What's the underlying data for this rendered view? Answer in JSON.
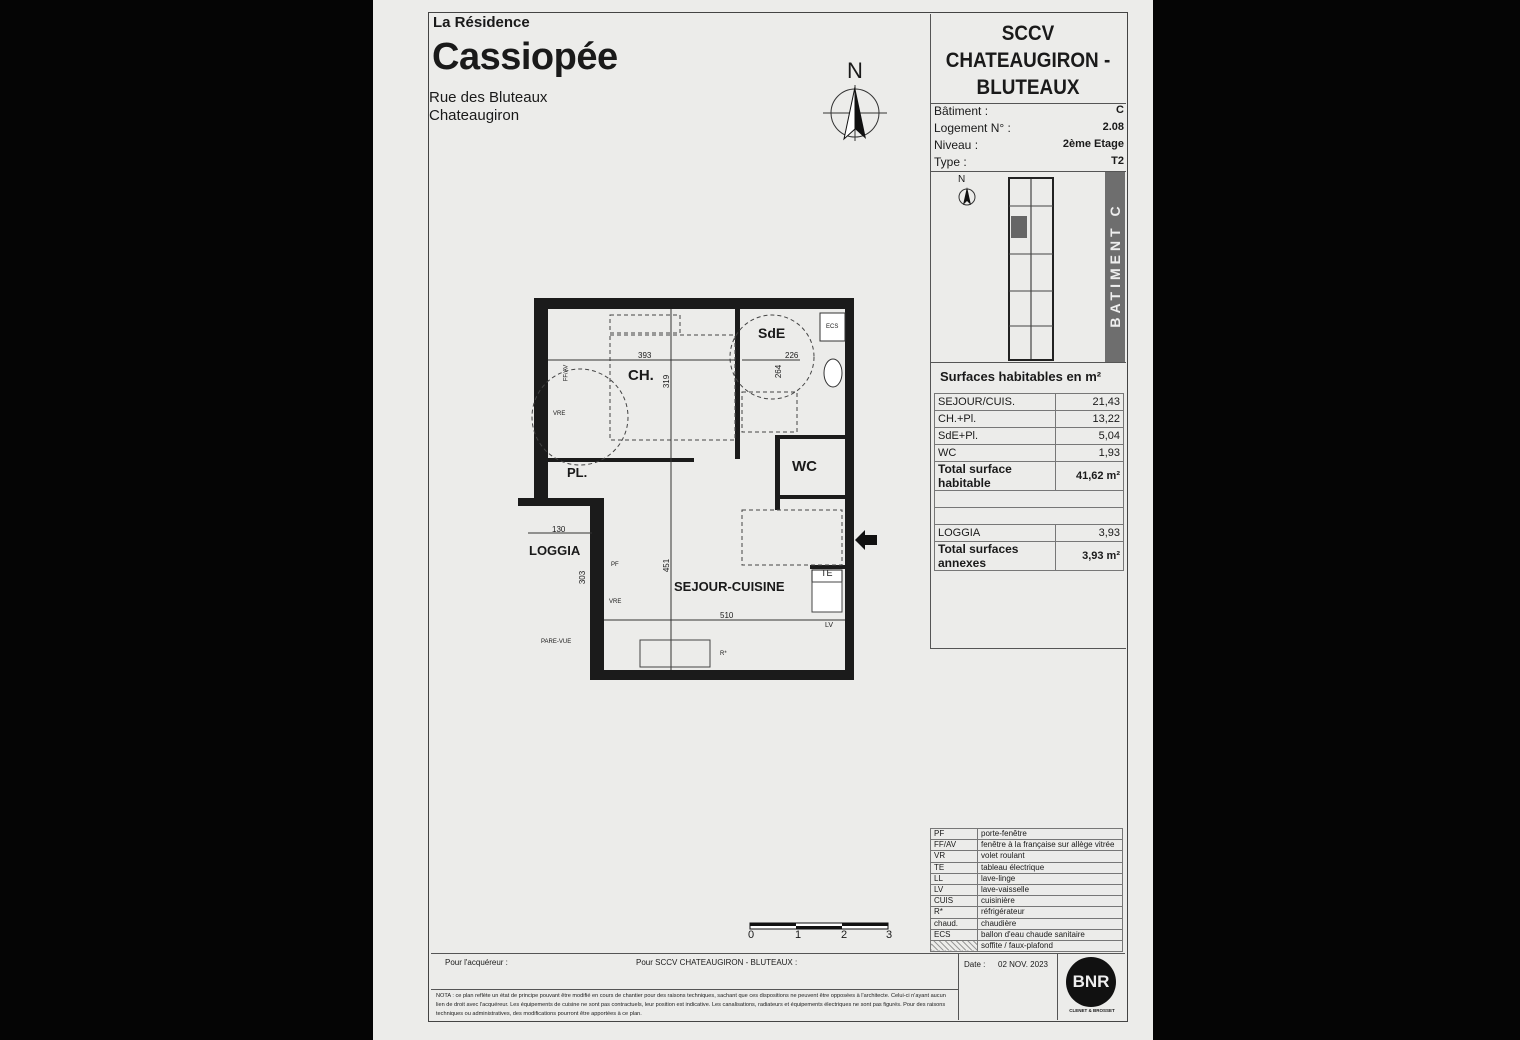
{
  "header": {
    "residence_label": "La Résidence",
    "residence_name": "Cassiopée",
    "address_line1": "Rue des Bluteaux",
    "address_line2": "Chateaugiron",
    "north_label": "N"
  },
  "project": {
    "title_lines": [
      "SCCV",
      "CHATEAUGIRON -",
      "BLUTEAUX"
    ],
    "info": [
      {
        "label": "Bâtiment :",
        "value": "C"
      },
      {
        "label": "Logement N° :",
        "value": "2.08"
      },
      {
        "label": "Niveau :",
        "value": "2ème Etage"
      },
      {
        "label": "Type :",
        "value": "T2"
      }
    ],
    "mini_plan_north": "N",
    "building_label": "BATIMENT C"
  },
  "surfaces": {
    "title": "Surfaces habitables en m²",
    "rows": [
      {
        "label": "SEJOUR/CUIS.",
        "value": "21,43"
      },
      {
        "label": "CH.+Pl.",
        "value": "13,22"
      },
      {
        "label": "SdE+Pl.",
        "value": "5,04"
      },
      {
        "label": "WC",
        "value": "1,93"
      }
    ],
    "total_label": "Total surface habitable",
    "total_value": "41,62 m²",
    "annex_rows": [
      {
        "label": "LOGGIA",
        "value": "3,93"
      }
    ],
    "annex_total_label": "Total surfaces annexes",
    "annex_total_value": "3,93 m²"
  },
  "plan": {
    "rooms": {
      "ch": "CH.",
      "sde": "SdE",
      "wc": "WC",
      "pl": "PL.",
      "loggia": "LOGGIA",
      "sejour": "SEJOUR-CUISINE",
      "te": "TE",
      "lv": "LV",
      "ecs": "ECS",
      "ffav": "FF/AV",
      "vre1": "VRE",
      "vre2": "VRE",
      "pf": "PF",
      "pare_vue": "PARE-VUE",
      "r": "R*"
    },
    "dimensions": {
      "d393": "393",
      "d319": "319",
      "d226": "226",
      "d264": "264",
      "d130": "130",
      "d303": "303",
      "d451": "451",
      "d510": "510"
    }
  },
  "scale": {
    "ticks": [
      "0",
      "1",
      "2",
      "3"
    ]
  },
  "legend": [
    {
      "code": "PF",
      "text": "porte-fenêtre"
    },
    {
      "code": "FF/AV",
      "text": "fenêtre à la française sur allège vitrée"
    },
    {
      "code": "VR",
      "text": "volet roulant"
    },
    {
      "code": "TE",
      "text": "tableau électrique"
    },
    {
      "code": "LL",
      "text": "lave-linge"
    },
    {
      "code": "LV",
      "text": "lave-vaisselle"
    },
    {
      "code": "CUIS",
      "text": "cuisinière"
    },
    {
      "code": "R*",
      "text": "réfrigérateur"
    },
    {
      "code": "chaud.",
      "text": "chaudière"
    },
    {
      "code": "ECS",
      "text": "ballon d'eau chaude sanitaire"
    },
    {
      "code": "",
      "text": "soffite / faux-plafond"
    }
  ],
  "footer": {
    "buyer_label": "Pour l'acquéreur :",
    "sccv_label": "Pour SCCV CHATEAUGIRON - BLUTEAUX :",
    "date_label": "Date :",
    "date_value": "02 NOV. 2023",
    "nota": "NOTA : ce plan reflète un état de principe pouvant être modifié en cours de chantier pour des raisons techniques, sachant que ces dispositions ne peuvent être opposées à l'architecte. Celui-ci n'ayant aucun lien de droit avec l'acquéreur. Les équipements de cuisine ne sont pas contractuels, leur position est indicative. Les canalisations, radiateurs et équipements électriques ne sont pas figurés. Pour des raisons techniques ou administratives, des modifications pourront être apportées à ce plan.",
    "logo_text": "BNR",
    "logo_caption": "CLENET & BROSSET"
  }
}
